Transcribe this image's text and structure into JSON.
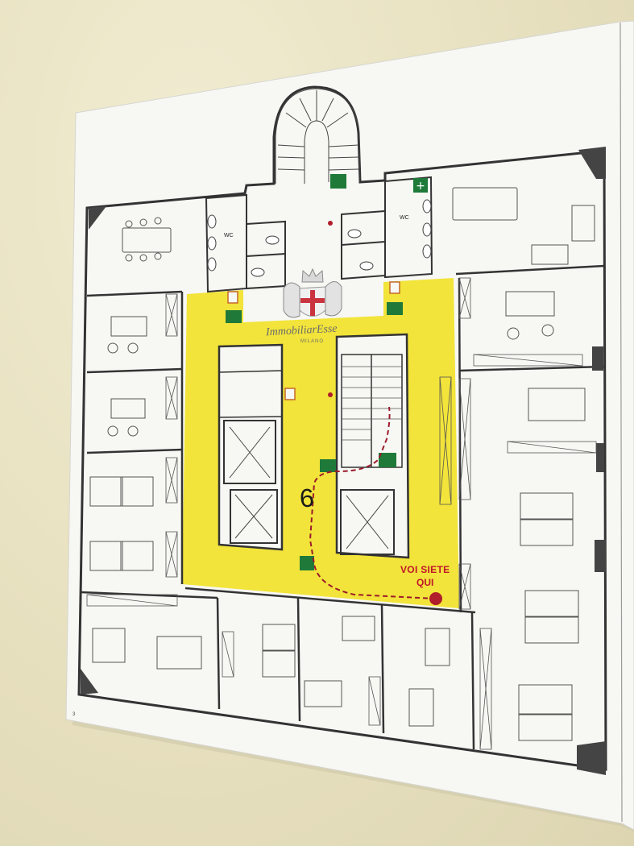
{
  "plan": {
    "wc_left": "WC",
    "wc_right": "WC",
    "floor_number": "6",
    "you_are_here_line1": "VOI SIETE",
    "you_are_here_line2": "QUI",
    "brand_name": "ImmobiliarEsse",
    "brand_city": "MILANO",
    "page_number": "3"
  },
  "colors": {
    "wall": "#ece6c6",
    "paper": "#f7f7f4",
    "common_area": "#f2e43a",
    "route": "#9b1b2a",
    "exit_sign": "#1f7a3a"
  }
}
